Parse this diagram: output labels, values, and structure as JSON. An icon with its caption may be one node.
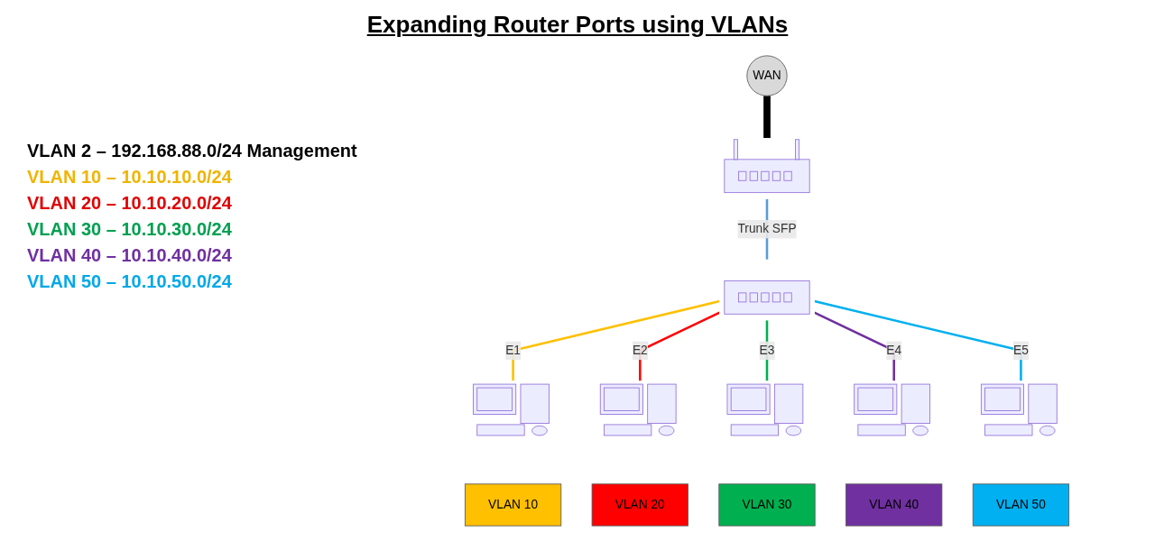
{
  "diagram": {
    "title": "Expanding Router Ports using VLANs",
    "nodes": [
      {
        "text": [
          "WAN"
        ]
      },
      {
        "text": [],
        "shape": "picture"
      },
      {
        "text": [],
        "shape": "picture"
      },
      {
        "text": [],
        "shape": "picture"
      },
      {
        "text": [],
        "shape": "picture"
      },
      {
        "text": [],
        "shape": "picture"
      },
      {
        "text": [],
        "shape": "picture"
      },
      {
        "text": [],
        "shape": "picture"
      },
      {
        "text": [
          "VLAN 10"
        ]
      },
      {
        "text": [
          "VLAN 20"
        ]
      },
      {
        "text": [
          "VLAN 30"
        ]
      },
      {
        "text": [
          "VLAN 40"
        ]
      },
      {
        "text": [
          "VLAN 50"
        ]
      }
    ],
    "edges": [
      {
        "from": 0,
        "to": 1,
        "arrow": "none",
        "style": "thick",
        "color": "#000000"
      },
      {
        "from": 1,
        "to": 2,
        "arrow": "none",
        "label": "Trunk SFP",
        "color": "#5b9bd5"
      },
      {
        "from": 2,
        "to": 3,
        "arrow": "none",
        "label": "E1",
        "color": "#ffc000"
      },
      {
        "from": 2,
        "to": 4,
        "arrow": "none",
        "label": "E2",
        "color": "#ff0000"
      },
      {
        "from": 2,
        "to": 5,
        "arrow": "none",
        "label": "E3",
        "color": "#00b050"
      },
      {
        "from": 2,
        "to": 6,
        "arrow": "none",
        "label": "E4",
        "color": "#7030a0"
      },
      {
        "from": 2,
        "to": 7,
        "arrow": "none",
        "label": "E5",
        "color": "#00b0f0"
      }
    ],
    "labels": [
      "VLAN 2 – 192.168.88.0/24 Management",
      "VLAN 10 – 10.10.10.0/24",
      "VLAN 20 – 10.10.20.0/24",
      "VLAN 30 – 10.10.30.0/24",
      "VLAN 40 – 10.10.40.0/24",
      "VLAN 50 – 10.10.50.0/24"
    ]
  }
}
